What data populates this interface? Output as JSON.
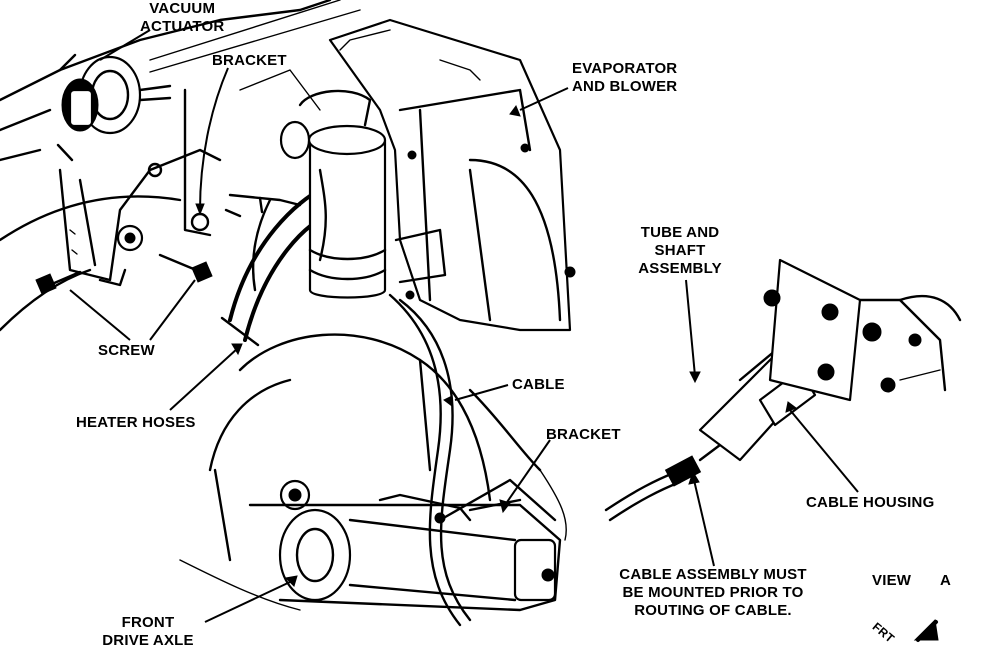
{
  "labels": {
    "vacuum_actuator": [
      "VACUUM",
      "ACTUATOR"
    ],
    "bracket_top": "BRACKET",
    "evaporator_blower": [
      "EVAPORATOR",
      "AND BLOWER"
    ],
    "tube_shaft_assembly": [
      "TUBE AND",
      "SHAFT",
      "ASSEMBLY"
    ],
    "screw": "SCREW",
    "heater_hoses": "HEATER HOSES",
    "cable": "CABLE",
    "bracket_lower": "BRACKET",
    "cable_housing": "CABLE HOUSING",
    "cable_assembly_note": [
      "CABLE ASSEMBLY MUST",
      "BE MOUNTED PRIOR TO",
      "ROUTING OF CABLE."
    ],
    "view": "VIEW",
    "view_letter": "A",
    "front_drive_axle": [
      "FRONT",
      "DRIVE AXLE"
    ],
    "frt": "FRT"
  }
}
